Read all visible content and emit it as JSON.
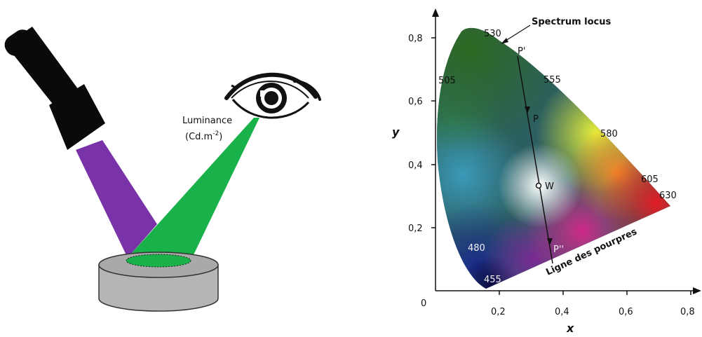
{
  "left_diagram": {
    "luminance_label": "Luminance",
    "unit_label": "(Cd.m",
    "unit_exp": "-2",
    "unit_close": ")",
    "colors": {
      "incident_beam": "#7a32a8",
      "reflected_beam": "#19b24a",
      "surface": "#b5b5b5",
      "flashlight": "#0a0a0a"
    }
  },
  "chart": {
    "y_axis_label": "y",
    "x_axis_label": "x",
    "origin_label": "0",
    "y_ticks": [
      "0,8",
      "0,6",
      "0,4",
      "0,2"
    ],
    "x_ticks": [
      "0,2",
      "0,4",
      "0,6",
      "0,8"
    ],
    "spectrum_locus_label": "Spectrum locus",
    "purple_line_label": "Ligne des pourpres",
    "point_labels": {
      "p_prime": "P'",
      "p": "P",
      "w": "W",
      "p_double": "P''"
    },
    "wavelengths": {
      "w530": "530",
      "w505": "505",
      "w555": "555",
      "w580": "580",
      "w605": "605",
      "w630": "630",
      "w480": "480",
      "w455": "455"
    }
  }
}
